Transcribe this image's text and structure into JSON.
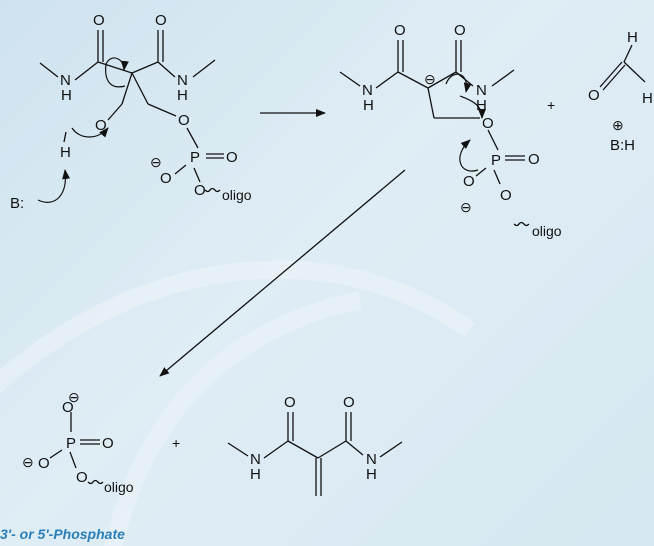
{
  "atoms": {
    "O": "O",
    "N": "N",
    "H": "H",
    "P": "P",
    "B": "B:",
    "BH": "B:H",
    "oligo": "oligo",
    "plus": "+",
    "minus": "⊖",
    "plus_charge": "⊕"
  },
  "caption": "3'- or 5'-Phosphate",
  "colors": {
    "background": "#d5e7f1",
    "ink": "#111111",
    "caption": "#2b7fb8"
  }
}
